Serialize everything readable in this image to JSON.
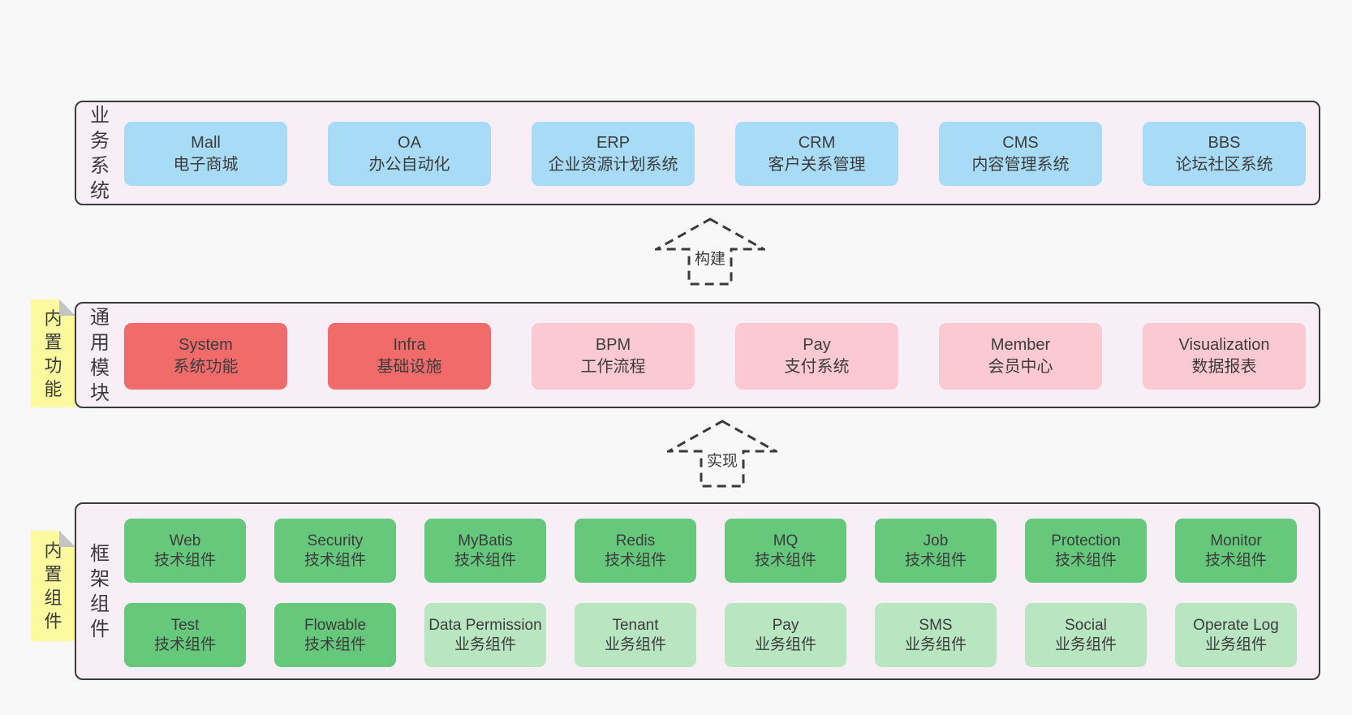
{
  "colors": {
    "page_bg": "#f8f8f8",
    "panel_bg": "#f8eef6",
    "panel_border": "#3a3a3a",
    "box_blue": "#a8dbf6",
    "box_red": "#f26b6b",
    "box_pink": "#fbc9d1",
    "box_green": "#65c87b",
    "box_green_light": "#b8e6c1",
    "note_yellow": "#fbfa9e",
    "note_fold": "#c4c4c4",
    "arrow": "#3a3a3a",
    "text": "#3c3c3c"
  },
  "layers": {
    "business": {
      "label": "业务系统",
      "boxes": [
        {
          "title": "Mall",
          "subtitle": "电子商城",
          "variant": "blue"
        },
        {
          "title": "OA",
          "subtitle": "办公自动化",
          "variant": "blue"
        },
        {
          "title": "ERP",
          "subtitle": "企业资源计划系统",
          "variant": "blue"
        },
        {
          "title": "CRM",
          "subtitle": "客户关系管理",
          "variant": "blue"
        },
        {
          "title": "CMS",
          "subtitle": "内容管理系统",
          "variant": "blue"
        },
        {
          "title": "BBS",
          "subtitle": "论坛社区系统",
          "variant": "blue"
        }
      ]
    },
    "modules": {
      "label": "通用模块",
      "note": "内置功能",
      "boxes": [
        {
          "title": "System",
          "subtitle": "系统功能",
          "variant": "red"
        },
        {
          "title": "Infra",
          "subtitle": "基础设施",
          "variant": "red"
        },
        {
          "title": "BPM",
          "subtitle": "工作流程",
          "variant": "pink"
        },
        {
          "title": "Pay",
          "subtitle": "支付系统",
          "variant": "pink"
        },
        {
          "title": "Member",
          "subtitle": "会员中心",
          "variant": "pink"
        },
        {
          "title": "Visualization",
          "subtitle": "数据报表",
          "variant": "pink"
        }
      ]
    },
    "components": {
      "label": "框架组件",
      "note": "内置组件",
      "rows": [
        [
          {
            "title": "Web",
            "subtitle": "技术组件",
            "variant": "green"
          },
          {
            "title": "Security",
            "subtitle": "技术组件",
            "variant": "green"
          },
          {
            "title": "MyBatis",
            "subtitle": "技术组件",
            "variant": "green"
          },
          {
            "title": "Redis",
            "subtitle": "技术组件",
            "variant": "green"
          },
          {
            "title": "MQ",
            "subtitle": "技术组件",
            "variant": "green"
          },
          {
            "title": "Job",
            "subtitle": "技术组件",
            "variant": "green"
          },
          {
            "title": "Protection",
            "subtitle": "技术组件",
            "variant": "green"
          },
          {
            "title": "Monitor",
            "subtitle": "技术组件",
            "variant": "green"
          }
        ],
        [
          {
            "title": "Test",
            "subtitle": "技术组件",
            "variant": "green"
          },
          {
            "title": "Flowable",
            "subtitle": "技术组件",
            "variant": "green"
          },
          {
            "title": "Data Permission",
            "subtitle": "业务组件",
            "variant": "green_light"
          },
          {
            "title": "Tenant",
            "subtitle": "业务组件",
            "variant": "green_light"
          },
          {
            "title": "Pay",
            "subtitle": "业务组件",
            "variant": "green_light"
          },
          {
            "title": "SMS",
            "subtitle": "业务组件",
            "variant": "green_light"
          },
          {
            "title": "Social",
            "subtitle": "业务组件",
            "variant": "green_light"
          },
          {
            "title": "Operate Log",
            "subtitle": "业务组件",
            "variant": "green_light"
          }
        ]
      ]
    }
  },
  "arrows": [
    {
      "label": "构建"
    },
    {
      "label": "实现"
    }
  ]
}
